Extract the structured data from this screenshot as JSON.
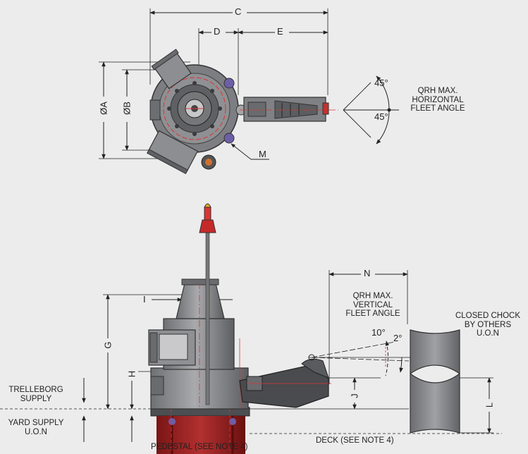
{
  "dimensions": {
    "c": "C",
    "d": "D",
    "e": "E",
    "dia_a": "ØA",
    "dia_b": "ØB",
    "m": "M",
    "g": "G",
    "h": "H",
    "i": "I",
    "j": "J",
    "n": "N",
    "l": "L"
  },
  "angles": {
    "horizontal_up": "45°",
    "horizontal_down": "45°",
    "vertical_up": "10°",
    "vertical_down": "2°"
  },
  "notes": {
    "horizontal_fleet": [
      "QRH MAX.",
      "HORIZONTAL",
      "FLEET ANGLE"
    ],
    "vertical_fleet": [
      "QRH MAX.",
      "VERTICAL",
      "FLEET ANGLE"
    ],
    "closed_chock": [
      "CLOSED CHOCK",
      "BY OTHERS",
      "U.O.N"
    ],
    "trelleborg_supply": [
      "TRELLEBORG",
      "SUPPLY"
    ],
    "yard_supply": [
      "YARD SUPPLY",
      "U.O.N"
    ],
    "pedestal": "PEDESTAL (SEE NOTE 4)",
    "deck": "DECK (SEE NOTE 4)"
  }
}
